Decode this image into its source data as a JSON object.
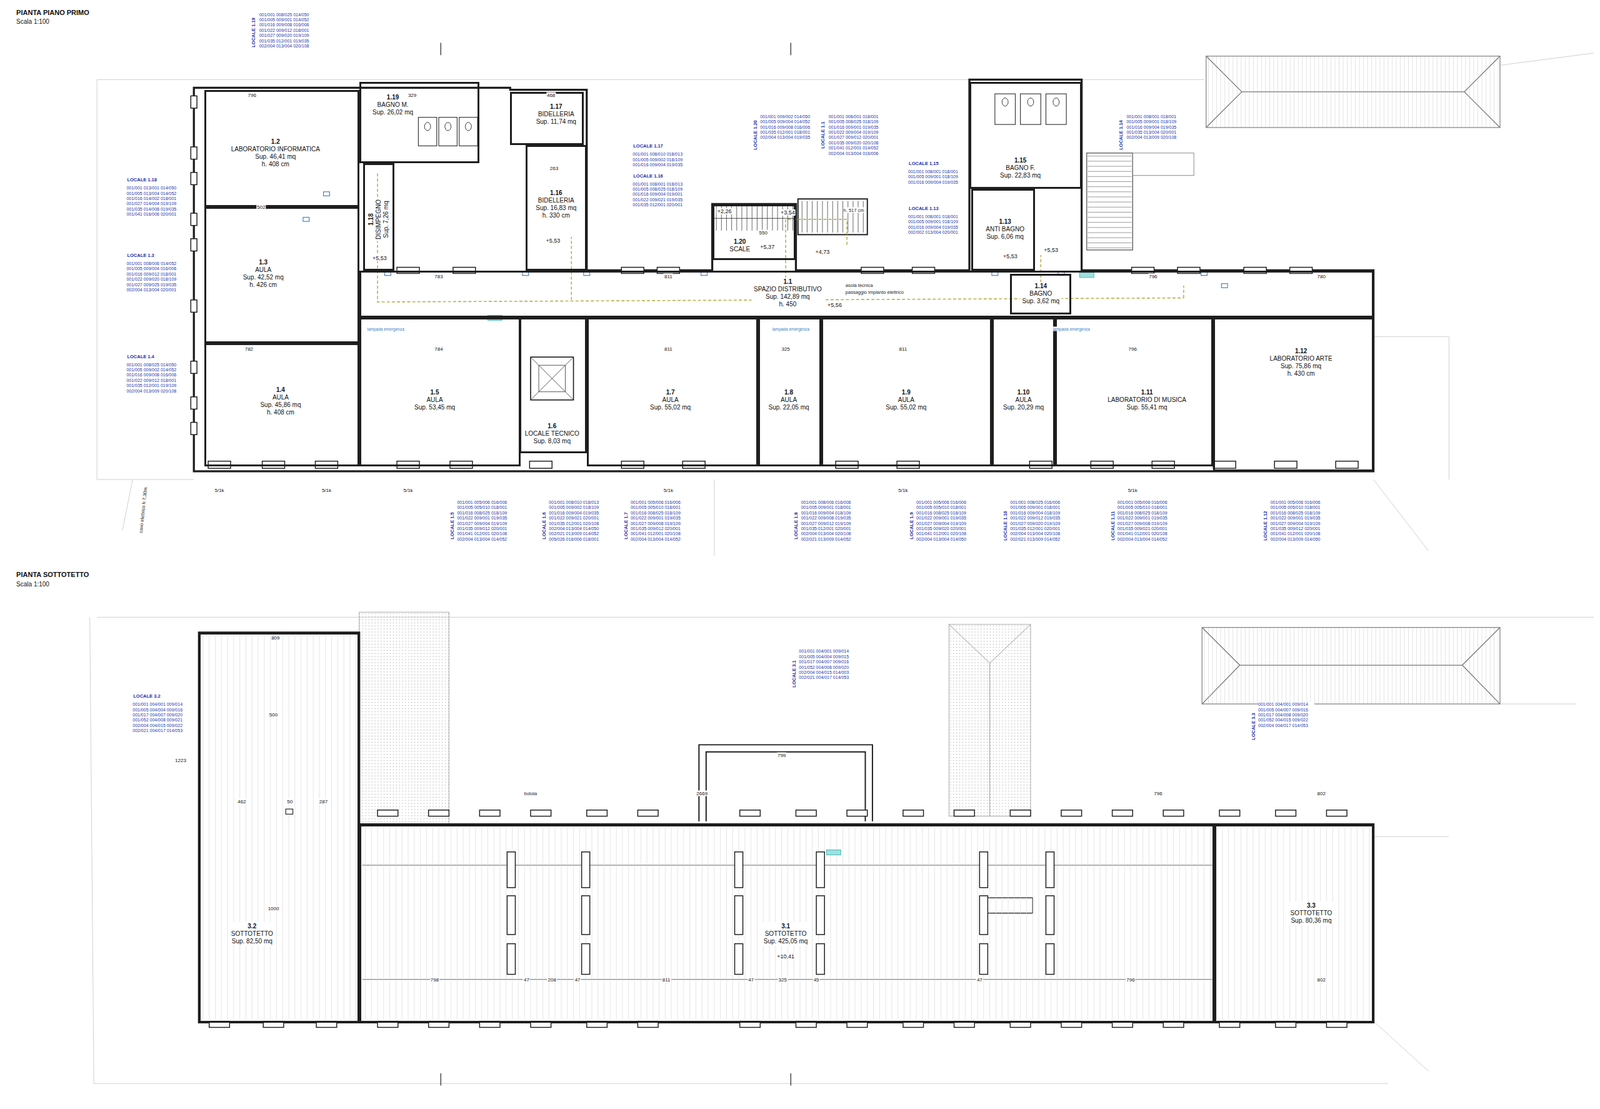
{
  "diagram": {
    "title": "PIANTA PIANO PRIMO",
    "nodes": [
      {
        "text": [
          "1.2",
          "LABORATORIO INFORMATICA",
          "Sup. 46,41 mq",
          "h. 408 cm"
        ]
      },
      {
        "text": [
          "1.3",
          "AULA",
          "Sup. 42,52 mq",
          "h. 426 cm"
        ]
      },
      {
        "text": [
          "1.4",
          "AULA",
          "Sup. 45,86 mq",
          "h. 408 cm"
        ]
      },
      {
        "text": [
          "1.19",
          "BAGNO M.",
          "Sup. 26,02 mq"
        ]
      },
      {
        "text": [
          "1.18",
          "DISIMPEGNO",
          "Sup. 7,26 mq"
        ]
      },
      {
        "text": [
          "1.17",
          "BIDELLERIA",
          "Sup. 11,74 mq"
        ]
      },
      {
        "text": [
          "1.16",
          "BIDELLERIA",
          "Sup. 16,83 mq",
          "h. 330 cm"
        ]
      },
      {
        "text": [
          "1.20",
          "SCALE"
        ]
      },
      {
        "text": [
          "1.1",
          "SPAZIO DISTRIBUTIVO",
          "Sup. 142,89 mq",
          "h. 450"
        ]
      },
      {
        "text": [
          "1.5",
          "AULA",
          "Sup. 53,45 mq"
        ]
      },
      {
        "text": [
          "1.6",
          "LOCALE TECNICO",
          "Sup. 8,03 mq"
        ]
      },
      {
        "text": [
          "1.7",
          "AULA",
          "Sup. 55,02 mq"
        ]
      },
      {
        "text": [
          "1.8",
          "AULA",
          "Sup. 22,05 mq"
        ]
      },
      {
        "text": [
          "1.9",
          "AULA",
          "Sup. 55,02 mq"
        ]
      },
      {
        "text": [
          "1.10",
          "AULA",
          "Sup. 20,29 mq"
        ]
      },
      {
        "text": [
          "1.11",
          "LABORATORIO DI MUSICA",
          "Sup. 55,41 mq"
        ]
      },
      {
        "text": [
          "1.12",
          "LABORATORIO ARTE",
          "Sup. 75,86 mq",
          "h. 430 cm"
        ]
      },
      {
        "text": [
          "1.15",
          "BAGNO F.",
          "Sup. 22,83 mq"
        ]
      },
      {
        "text": [
          "1.13",
          "ANTI BAGNO",
          "Sup. 6,06 mq"
        ]
      },
      {
        "text": [
          "1.14",
          "BAGNO",
          "Sup. 3,62 mq"
        ]
      },
      {
        "text": [
          "3.2",
          "SOTTOTETTO",
          "Sup. 82,50 mq"
        ]
      },
      {
        "text": [
          "3.1",
          "SOTTOTETTO",
          "Sup. 425,05 mq"
        ]
      },
      {
        "text": [
          "3.3",
          "SOTTOTETTO",
          "Sup. 80,36 mq"
        ]
      }
    ],
    "labels": [
      "Scala 1:100",
      "PIANTA SOTTOTETTO",
      "Scala 1:100",
      "+5,53",
      "+5,53",
      "+2,26",
      "+5,37",
      "+3,54",
      "+4,73",
      "+5,56",
      "+5,53",
      "+5,53",
      "h. 517 cm",
      "asola tecnica",
      "passaggio impianto elettrico",
      "cavo elettrico h 7,30m",
      "+10,41",
      "botola",
      "LOCALE 1.19",
      "001/001 008/025 014/050 001/005 009/001 014/052 001/016 009/008 016/006 001/022 009/012 018/001 001/027 009/020 019/109 001/035 012/001 019/035 002/004 013/004 020/108",
      "LOCALE 1.17",
      "001/001 008/010 018/013 001/005 009/002 018/109 001/016 009/004 019/035",
      "LOCALE 1.16",
      "001/001 008/001 018/013 001/005 008/025 018/109 001/016 009/004 019/001 001/022 009/021 019/035 001/035 012/001 020/001",
      "LOCALE 1.18",
      "001/001 013/001 014/050 001/005 013/004 014/052 001/016 014/002 018/001 001/027 014/004 019/109 001/035 014/008 019/035 001/041 016/006 020/001",
      "LOCALE 1.3",
      "001/001 008/006 014/052 001/005 009/004 016/006 001/016 009/012 018/001 001/022 009/020 018/109 001/027 009/025 019/035 002/004 013/004 020/001",
      "LOCALE 1.4",
      "001/001 008/025 014/050 001/005 009/002 014/052 001/016 009/008 016/006 001/022 009/012 018/001 001/035 012/001 019/109 002/004 013/009 020/108",
      "LOCALE 1.15",
      "001/001 008/001 018/001 001/005 009/001 018/109 001/016 009/004 019/035",
      "LOCALE 1.13",
      "001/001 008/001 018/001 001/005 009/001 018/109 001/016 009/004 019/035 002/002 013/004 020/001",
      "LOCALE 1.20",
      "001/001 009/002 014/050 001/005 009/004 014/052 001/016 009/008 016/006 001/035 012/001 018/001 002/004 013/004 019/035",
      "LOCALE 1.1",
      "001/001 008/001 018/001 001/005 008/025 018/109 001/016 009/001 019/035 001/022 009/004 019/109 001/027 009/012 020/001 001/035 009/020 020/108 001/041 012/001 014/052 002/004 013/004 016/006",
      "LOCALE 1.14",
      "001/001 008/001 018/001 001/005 009/001 018/109 001/016 009/004 019/035 001/035 013/004 020/001 002/004 013/009 020/108",
      "LOCALE 1.5",
      "001/001 005/006 016/006 001/005 005/010 018/001 001/016 008/025 018/109 001/022 009/001 019/035 001/027 009/004 019/109 001/035 009/012 020/001 001/041 012/001 020/108 002/004 013/004 014/052",
      "LOCALE 1.6",
      "001/001 008/010 018/013 001/005 009/002 018/109 001/016 009/004 019/035 001/022 009/021 020/001 001/035 012/001 020/108 002/004 013/004 014/050 002/021 013/009 014/052 005/026 016/006 018/001",
      "LOCALE 1.7",
      "001/001 005/006 016/006 001/005 005/010 018/001 001/016 008/025 018/109 001/022 009/001 019/035 001/027 009/008 019/109 001/035 009/012 020/001 001/041 012/001 020/108 002/004 013/004 014/052",
      "LOCALE 1.8",
      "001/001 008/006 016/006 001/005 009/001 018/001 001/016 009/004 018/109 001/022 009/008 019/035 001/027 009/012 019/109 001/035 012/001 020/001 002/004 013/004 020/108 002/021 013/009 014/052",
      "LOCALE 1.9",
      "001/001 005/006 016/006 001/005 005/010 018/001 001/016 008/025 018/109 001/022 009/001 019/035 001/027 009/004 019/109 001/035 009/020 020/001 001/041 012/001 020/108 002/004 013/004 014/050",
      "LOCALE 1.10",
      "001/001 008/025 016/006 001/005 009/001 018/001 001/016 009/004 018/109 001/022 009/012 019/035 001/027 009/020 019/109 001/035 012/001 020/001 002/004 013/004 020/108 002/021 013/009 014/052",
      "LOCALE 1.11",
      "001/001 005/006 016/006 001/005 005/010 018/001 001/016 008/025 018/109 001/022 009/001 019/035 001/027 009/008 019/109 001/035 009/021 020/001 001/041 012/001 020/108 002/004 013/004 014/052",
      "LOCALE 1.12",
      "001/001 005/006 016/006 001/005 005/010 018/001 001/016 008/025 018/109 001/022 009/001 019/035 001/027 009/004 019/109 001/035 009/012 020/001 001/041 012/001 020/108 002/004 013/009 014/050",
      "LOCALE 3.2",
      "001/001 004/001 009/014 001/005 004/004 009/016 001/017 004/007 009/020 001/052 004/008 009/021 002/004 004/015 009/022 002/021 004/017 014/053",
      "LOCALE 3.1",
      "001/001 004/001 009/014 001/005 004/004 009/015 001/017 004/007 009/016 001/052 004/008 009/020 002/004 004/015 014/003 002/021 004/017 014/053",
      "LOCALE 3.3",
      "001/001 004/001 009/014 001/005 004/007 009/016 001/017 004/008 009/020 001/052 004/015 009/022 002/004 004/017 014/053",
      "796",
      "329",
      "468",
      "502",
      "782",
      "784",
      "783",
      "811",
      "550",
      "811",
      "325",
      "811",
      "796",
      "796",
      "780",
      "263",
      "5/1k",
      "5/1k",
      "5/1k",
      "5/1k",
      "5/1k",
      "5/1k",
      "809",
      "500",
      "1223",
      "462",
      "50",
      "287",
      "2669",
      "799",
      "796",
      "802",
      "1000",
      "798",
      "47",
      "208",
      "47",
      "811",
      "47",
      "325",
      "45",
      "47",
      "796",
      "802",
      "lampada emergenza",
      "lampada emergenza",
      "lampada emergenza"
    ]
  }
}
